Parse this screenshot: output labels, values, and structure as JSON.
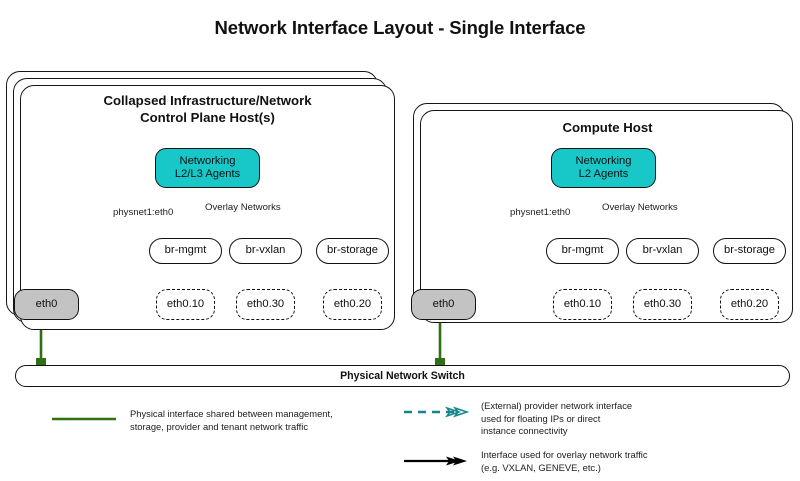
{
  "title": "Network Interface Layout - Single Interface",
  "colors": {
    "agents_fill": "#18c8c8",
    "eth_fill": "#c3c3c3",
    "physical_link": "#2f7012",
    "provider_link": "#13868c",
    "overlay_link": "#000000",
    "outline": "#111111"
  },
  "hosts": [
    {
      "id": "control-plane",
      "title": "Collapsed Infrastructure/Network\nControl Plane Host(s)",
      "stack_layers": 3,
      "agents": {
        "label": "Networking\nL2/L3 Agents"
      },
      "provider_label": "physnet1:eth0",
      "overlay_label": "Overlay Networks",
      "bridges": [
        "br-mgmt",
        "br-vxlan",
        "br-storage"
      ],
      "vlan_interfaces": [
        "eth0.10",
        "eth0.30",
        "eth0.20"
      ],
      "physical_interface": "eth0"
    },
    {
      "id": "compute",
      "title": "Compute Host",
      "stack_layers": 2,
      "agents": {
        "label": "Networking\nL2 Agents"
      },
      "provider_label": "physnet1:eth0",
      "overlay_label": "Overlay Networks",
      "bridges": [
        "br-mgmt",
        "br-vxlan",
        "br-storage"
      ],
      "vlan_interfaces": [
        "eth0.10",
        "eth0.30",
        "eth0.20"
      ],
      "physical_interface": "eth0"
    }
  ],
  "switch": {
    "label": "Physical Network Switch"
  },
  "legend": [
    {
      "id": "physical-interface",
      "style": "solid-green-line",
      "text": "Physical interface shared between management,\nstorage, provider and tenant network traffic"
    },
    {
      "id": "provider-network",
      "style": "dashed-teal-arrow",
      "text": "(External) provider network interface\nused for floating IPs or direct\ninstance connectivity"
    },
    {
      "id": "overlay-network",
      "style": "solid-black-arrow",
      "text": "Interface used for overlay network traffic\n(e.g. VXLAN, GENEVE, etc.)"
    }
  ]
}
